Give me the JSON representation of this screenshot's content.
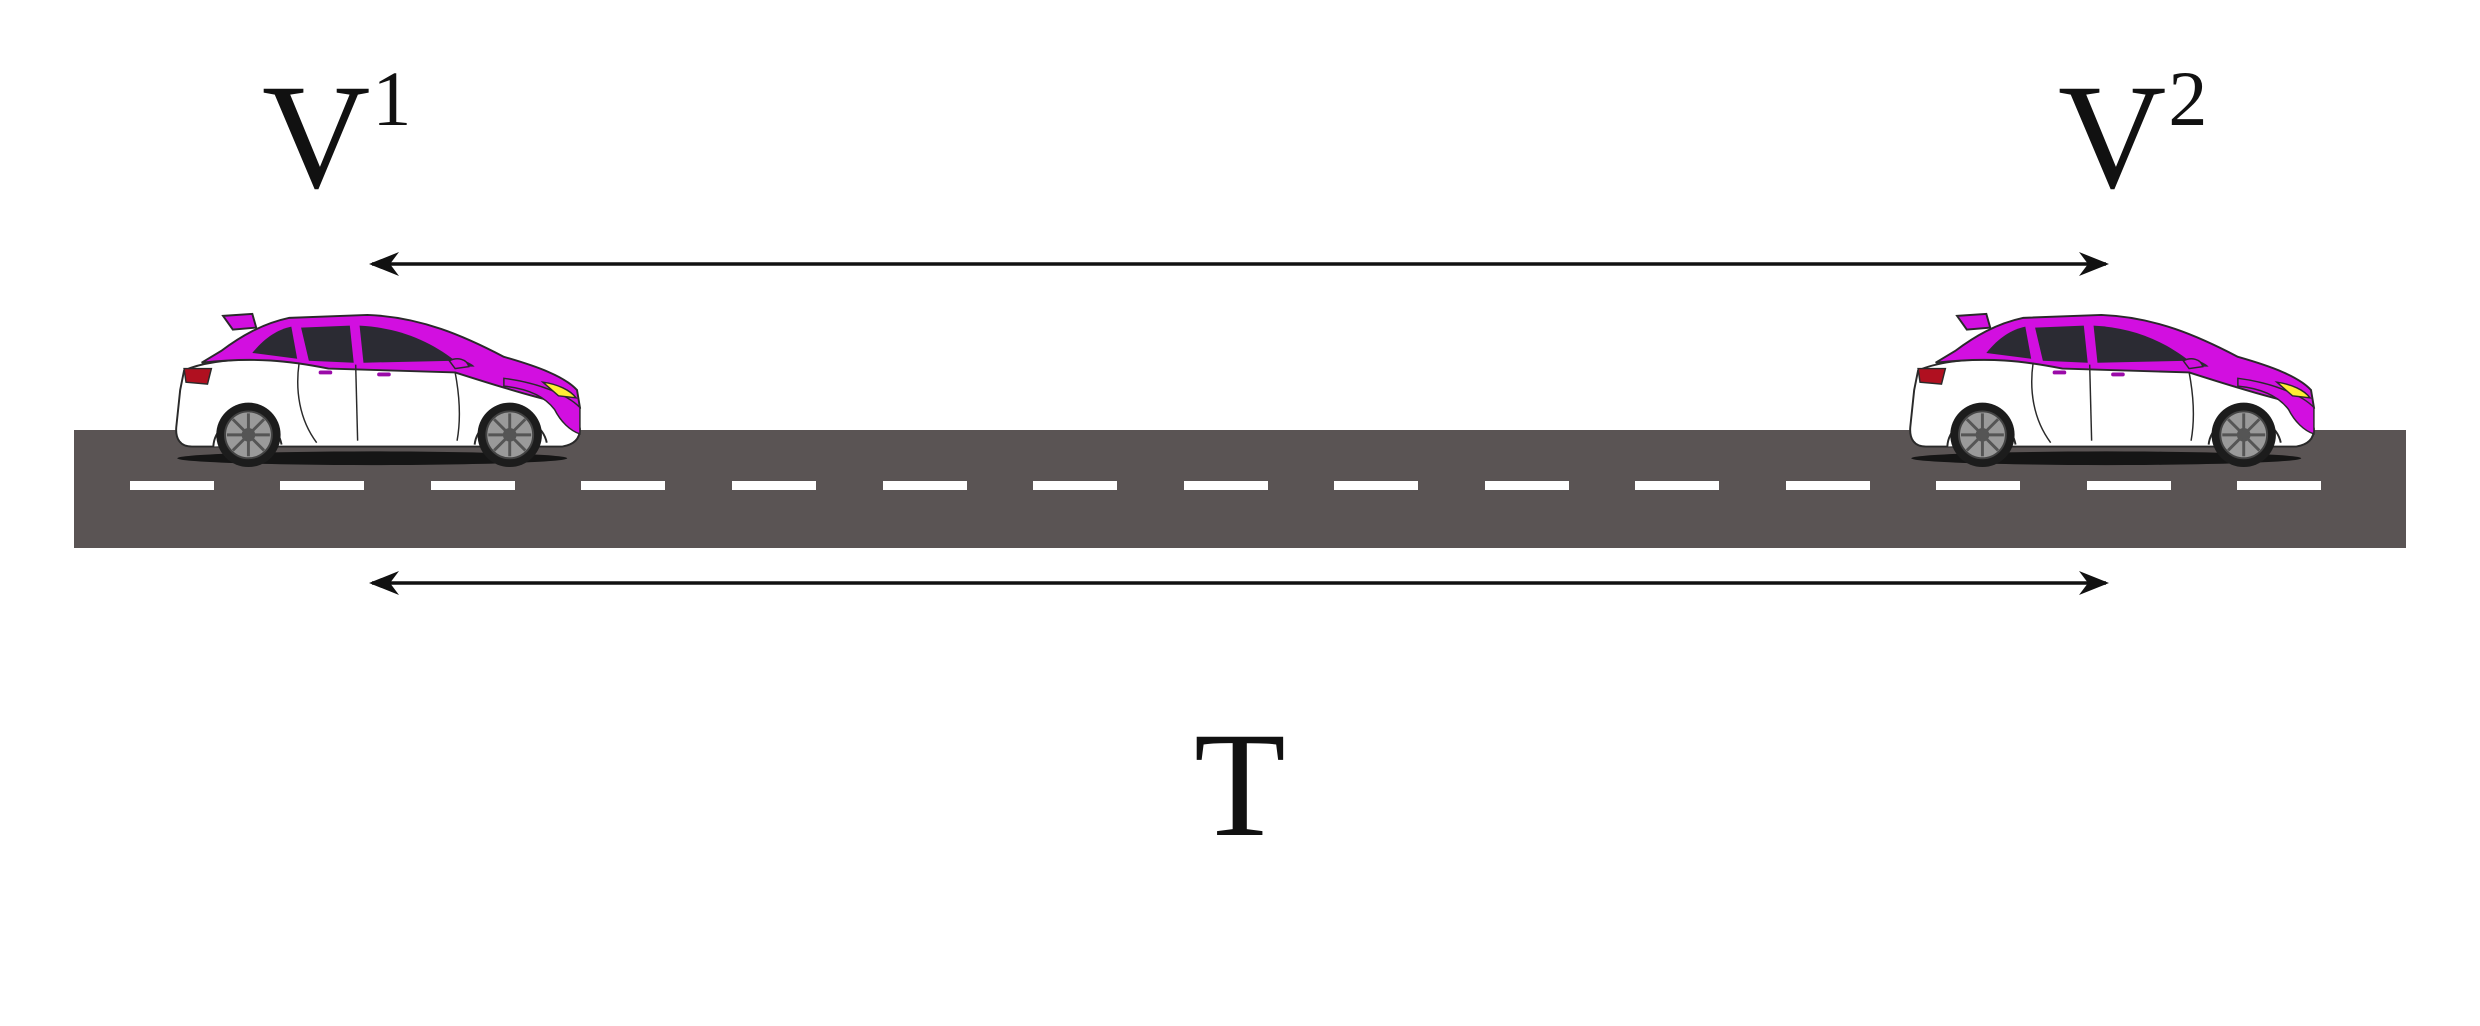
{
  "labels": {
    "start_velocity": {
      "base": "V",
      "sup": "1"
    },
    "end_velocity": {
      "base": "V",
      "sup": "2"
    },
    "time": "T"
  },
  "icons": [
    "car-icon",
    "road-icon",
    "double-arrow-icon"
  ],
  "colors": {
    "road": "#5a5454",
    "lane_marking": "#ffffff",
    "car_accent": "#d20fe0",
    "car_body": "#ffffff",
    "car_outline": "#2a2a2a",
    "arrow": "#111111",
    "text": "#111111"
  }
}
